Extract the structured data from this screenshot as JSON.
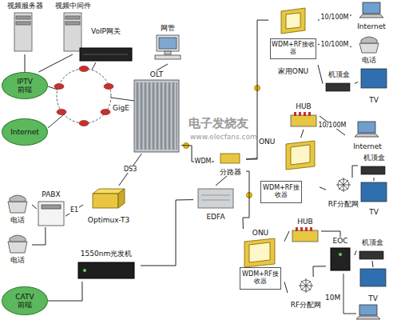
{
  "diagram": {
    "nodes": [
      {
        "text": [
          "视频服务器"
        ]
      },
      {
        "text": [
          "视频中间件"
        ]
      },
      {
        "text": [
          "IPTV前端"
        ]
      },
      {
        "text": [
          "Internet"
        ]
      },
      {
        "text": [
          "VoIP网关"
        ]
      },
      {
        "text": [
          "网管"
        ]
      },
      {
        "text": [
          "OLT"
        ]
      },
      {
        "text": [
          "电话"
        ]
      },
      {
        "text": [
          "电话"
        ]
      },
      {
        "text": [
          "PABX"
        ]
      },
      {
        "text": [
          "Optimux-T3"
        ]
      },
      {
        "text": [
          "EDFA"
        ]
      },
      {
        "text": [
          "1550nm光发机"
        ]
      },
      {
        "text": [
          "CATV前端"
        ]
      },
      {
        "text": [
          "分路器"
        ]
      },
      {
        "text": [
          "家用ONU"
        ]
      },
      {
        "text": [
          "WDM+RF接收器"
        ],
        "in": 15
      },
      {
        "text": [
          "Internet"
        ]
      },
      {
        "text": [
          "电话"
        ]
      },
      {
        "text": [
          "机顶盒"
        ]
      },
      {
        "text": [
          "TV"
        ]
      },
      {
        "text": [
          "ONU"
        ]
      },
      {
        "text": [
          "HUB"
        ]
      },
      {
        "text": [
          "WDM+RF接收器"
        ],
        "in": 21
      },
      {
        "text": [
          "Internet"
        ]
      },
      {
        "text": [
          "RF分配网"
        ]
      },
      {
        "text": [
          "机顶盒"
        ]
      },
      {
        "text": [
          "TV"
        ]
      },
      {
        "text": [
          "ONU"
        ]
      },
      {
        "text": [
          "HUB"
        ]
      },
      {
        "text": [
          "WDM+RF接收器"
        ],
        "in": 28
      },
      {
        "text": [
          "EOC"
        ]
      },
      {
        "text": [
          "RF分配网"
        ]
      },
      {
        "text": [
          "机顶盒"
        ]
      },
      {
        "text": [
          "TV"
        ]
      }
    ],
    "edges": [
      {
        "from": 0,
        "to": 2,
        "arrow": "none"
      },
      {
        "from": 1,
        "to": 2,
        "arrow": "none"
      },
      {
        "from": 5,
        "to": 6,
        "arrow": "none"
      },
      {
        "from": 7,
        "to": 9,
        "arrow": "none"
      },
      {
        "from": 8,
        "to": 9,
        "arrow": "none"
      },
      {
        "from": 9,
        "to": 10,
        "label": "E1",
        "arrow": "none"
      },
      {
        "from": 10,
        "to": 6,
        "label": "DS3",
        "arrow": "none"
      },
      {
        "from": 6,
        "to": 14,
        "label": "WDM",
        "arrow": "none"
      },
      {
        "from": 13,
        "to": 12,
        "arrow": "none"
      },
      {
        "from": 12,
        "to": 11,
        "arrow": "none"
      },
      {
        "from": 11,
        "to": 14,
        "arrow": "none"
      },
      {
        "from": 14,
        "to": 15,
        "arrow": "none"
      },
      {
        "from": 14,
        "to": 21,
        "arrow": "none"
      },
      {
        "from": 14,
        "to": 28,
        "arrow": "none"
      },
      {
        "from": 15,
        "to": 17,
        "label": "10/100M",
        "arrow": "none"
      },
      {
        "from": 15,
        "to": 18,
        "label": "10/100M",
        "arrow": "none"
      },
      {
        "from": 15,
        "to": 19,
        "arrow": "none"
      },
      {
        "from": 19,
        "to": 20,
        "arrow": "none"
      },
      {
        "from": 21,
        "to": 22,
        "arrow": "none"
      },
      {
        "from": 22,
        "to": 24,
        "label": "10/100M",
        "arrow": "none"
      },
      {
        "from": 21,
        "to": 25,
        "arrow": "none"
      },
      {
        "from": 25,
        "to": 26,
        "arrow": "none"
      },
      {
        "from": 26,
        "to": 27,
        "arrow": "none"
      },
      {
        "from": 28,
        "to": 29,
        "arrow": "none"
      },
      {
        "from": 29,
        "to": 31,
        "arrow": "none"
      },
      {
        "from": 28,
        "to": 32,
        "arrow": "none"
      },
      {
        "from": 32,
        "to": 31,
        "arrow": "none"
      },
      {
        "from": 31,
        "to": 33,
        "arrow": "none"
      },
      {
        "from": 33,
        "to": 34,
        "arrow": "none"
      }
    ],
    "labels": [
      "GigE",
      "10M",
      "电子发烧友",
      "www.elecfans.com"
    ]
  }
}
